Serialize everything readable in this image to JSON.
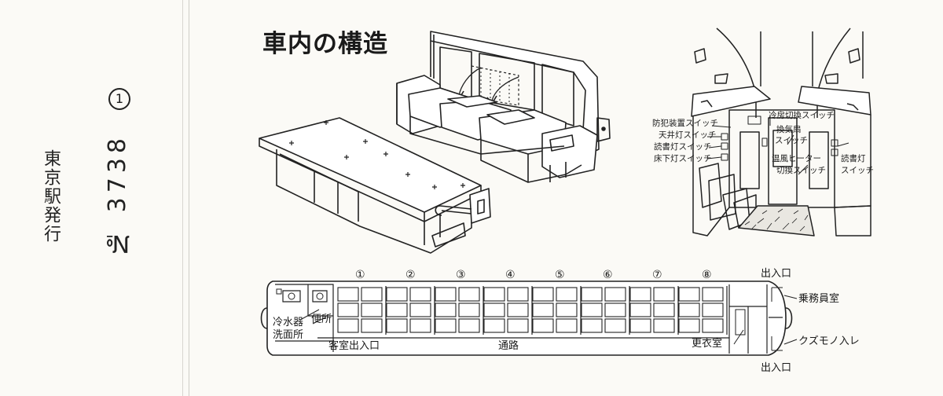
{
  "stub": {
    "circle_number": "1",
    "ticket_number": "№ 3738",
    "issuer": "東京駅発行"
  },
  "title": "車内の構造",
  "interior_labels": {
    "crime_prevention": "防犯装置スイッチ",
    "ceiling_light": "天井灯スイッチ",
    "reading_light_left": "読書灯スイッチ",
    "underfloor_light": "床下灯スイッチ",
    "cooling_switch": "冷房切換スイッチ",
    "ventilation_1": "換気扇",
    "ventilation_2": "スイッチ",
    "heater_1": "温風ヒーター",
    "heater_2": "切換スイッチ",
    "reading_light_right_1": "読書灯",
    "reading_light_right_2": "スイッチ"
  },
  "floor_plan": {
    "bay_numbers": [
      "①",
      "②",
      "③",
      "④",
      "⑤",
      "⑥",
      "⑦",
      "⑧"
    ],
    "entrance_top": "出入口",
    "entrance_bottom": "出入口",
    "conductor_room": "乗務員室",
    "waste_box": "クズモノ入レ",
    "dressing_room": "更衣室",
    "aisle": "通路",
    "cabin_entrance": "客室出入口",
    "water_cooler": "冷水器",
    "toilet": "便所",
    "washroom": "洗面所"
  }
}
